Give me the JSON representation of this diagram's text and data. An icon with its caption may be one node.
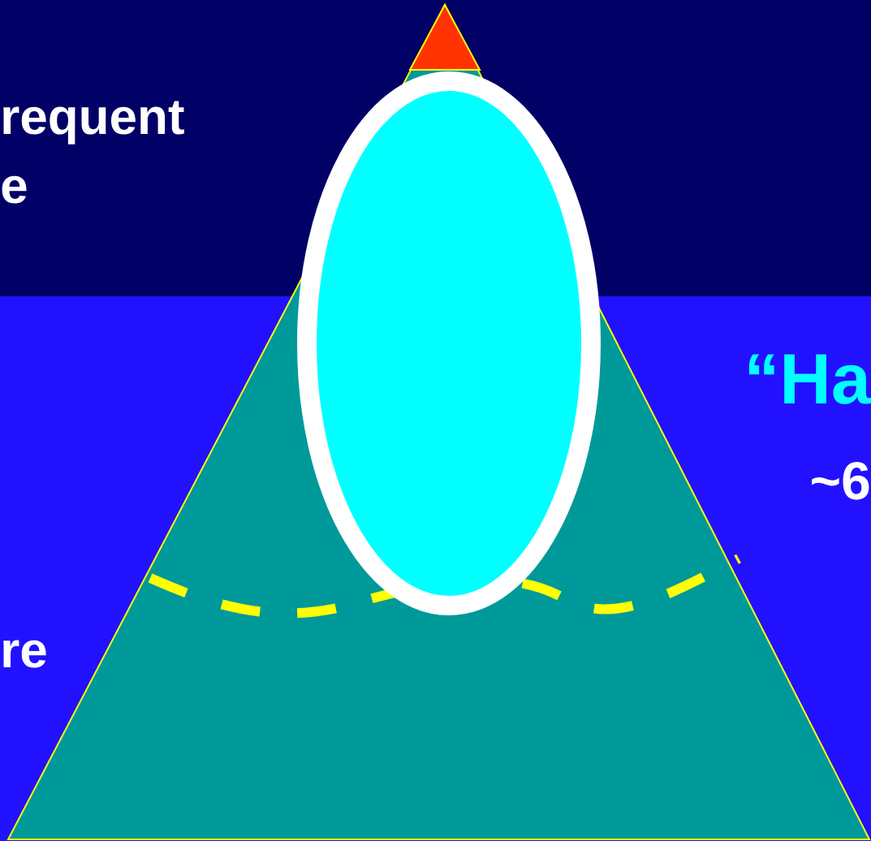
{
  "diagram": {
    "labels": [
      "requent",
      "e",
      "“Ha",
      "~6",
      "re"
    ]
  }
}
